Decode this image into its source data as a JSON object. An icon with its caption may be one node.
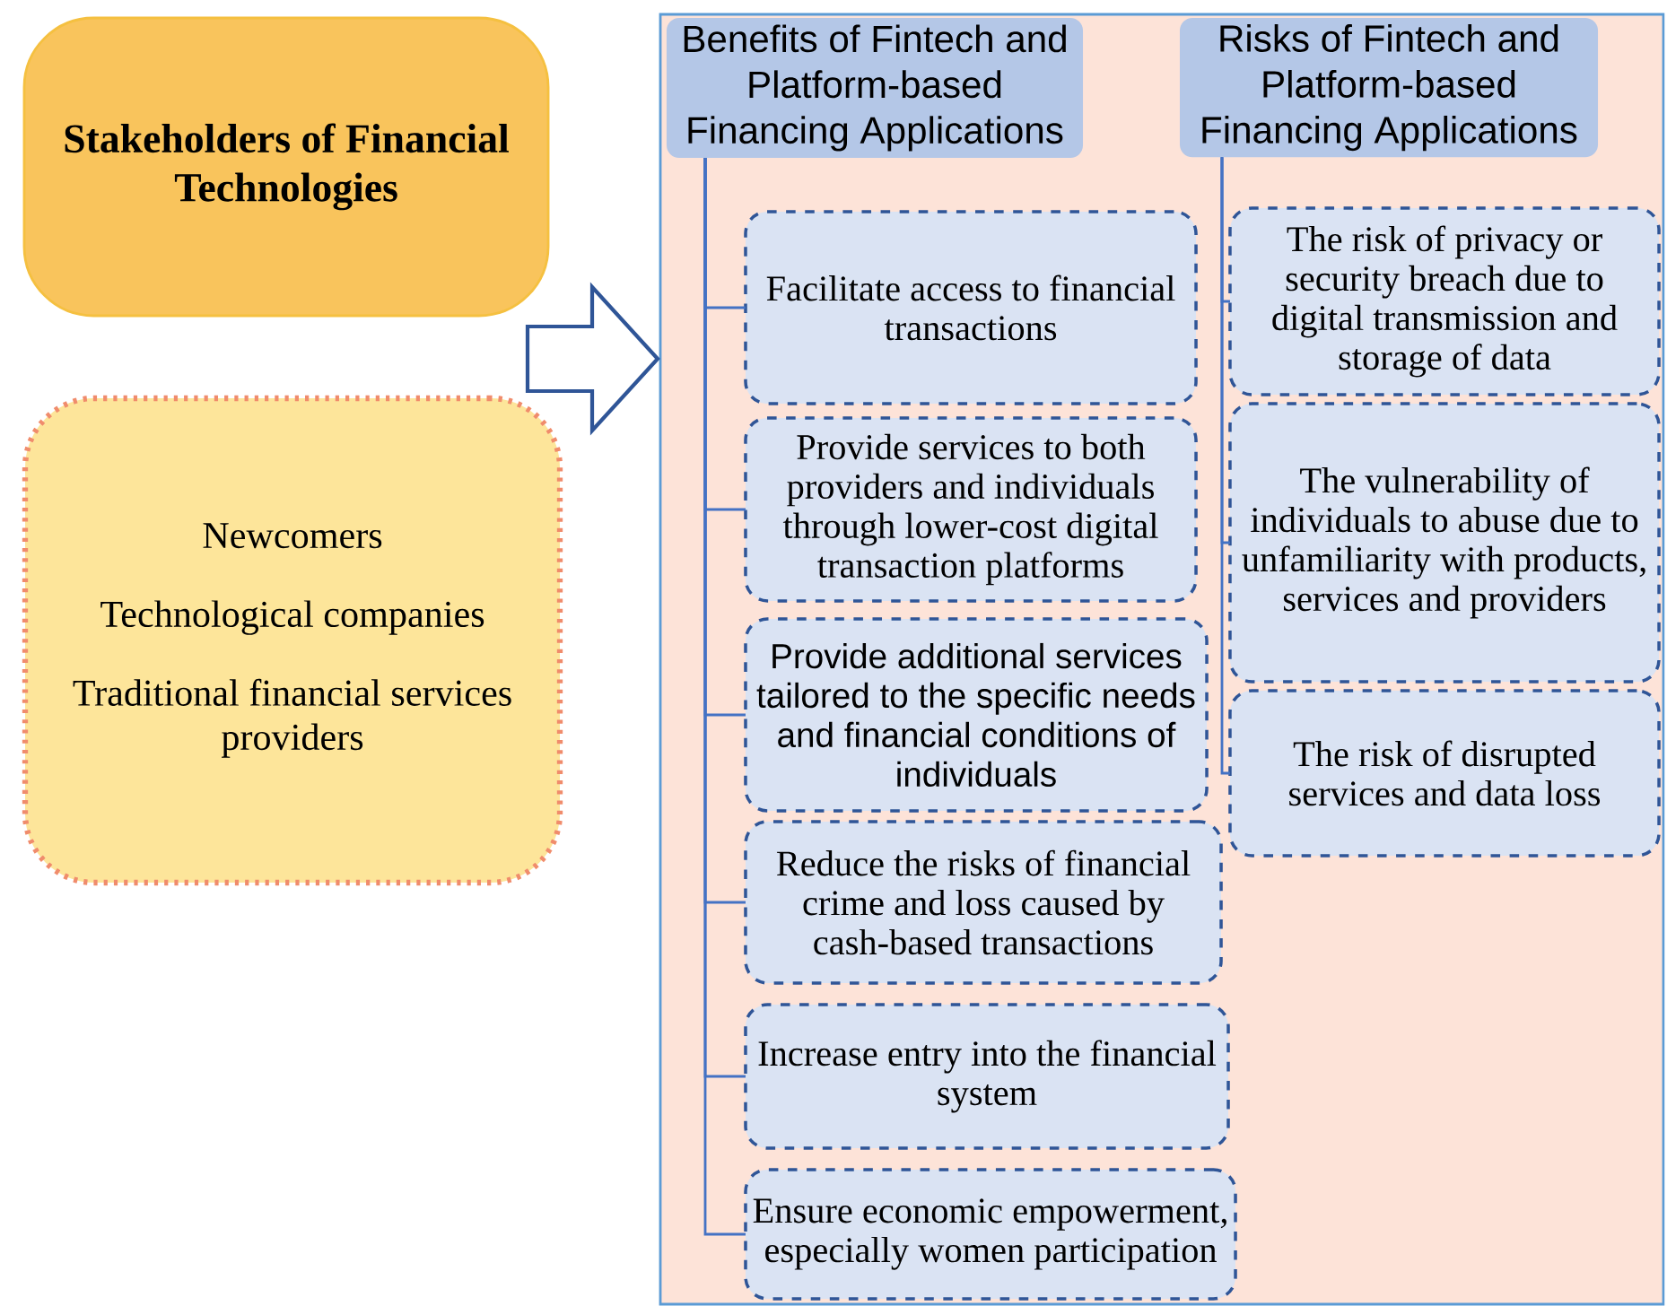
{
  "diagram": {
    "nodes": [
      {
        "text": [
          "Stakeholders of Financial Technologies"
        ]
      },
      {
        "text": [
          "Newcomers",
          "Technological companies",
          "Traditional financial services providers"
        ]
      },
      {
        "text": [],
        "shape": "box"
      },
      {
        "text": [
          "Benefits of Fintech and Platform-based Financing Applications"
        ],
        "in": 2
      },
      {
        "text": [
          "Facilitate access to financial transactions"
        ],
        "in": 2
      },
      {
        "text": [
          "Provide services to both providers and individuals through lower-cost digital transaction platforms"
        ],
        "in": 2
      },
      {
        "text": [
          "Provide additional services tailored to the specific needs and financial conditions of individuals"
        ],
        "in": 2
      },
      {
        "text": [
          "Reduce the risks of financial crime and loss caused by cash-based transactions"
        ],
        "in": 2
      },
      {
        "text": [
          "Increase entry into the financial system"
        ],
        "in": 2
      },
      {
        "text": [
          "Ensure economic empowerment, especially women participation"
        ],
        "in": 2
      },
      {
        "text": [
          "Risks of Fintech and Platform-based Financing Applications"
        ],
        "in": 2
      },
      {
        "text": [
          "The risk of privacy or security breach due to digital transmission and storage of data"
        ],
        "in": 2
      },
      {
        "text": [
          "The vulnerability of individuals to abuse due to unfamiliarity with products, services and providers"
        ],
        "in": 2
      },
      {
        "text": [
          "The risk of disrupted services and data loss"
        ],
        "in": 2
      }
    ],
    "edges": [
      {
        "from": null,
        "to": 2,
        "arrow": "to"
      },
      {
        "from": 3,
        "to": 4,
        "arrow": "none"
      },
      {
        "from": 3,
        "to": 5,
        "arrow": "none"
      },
      {
        "from": 3,
        "to": 6,
        "arrow": "none"
      },
      {
        "from": 3,
        "to": 7,
        "arrow": "none"
      },
      {
        "from": 3,
        "to": 8,
        "arrow": "none"
      },
      {
        "from": 3,
        "to": 9,
        "arrow": "none"
      },
      {
        "from": 10,
        "to": 11,
        "arrow": "none"
      },
      {
        "from": 10,
        "to": 12,
        "arrow": "none"
      },
      {
        "from": 10,
        "to": 13,
        "arrow": "none"
      }
    ]
  }
}
